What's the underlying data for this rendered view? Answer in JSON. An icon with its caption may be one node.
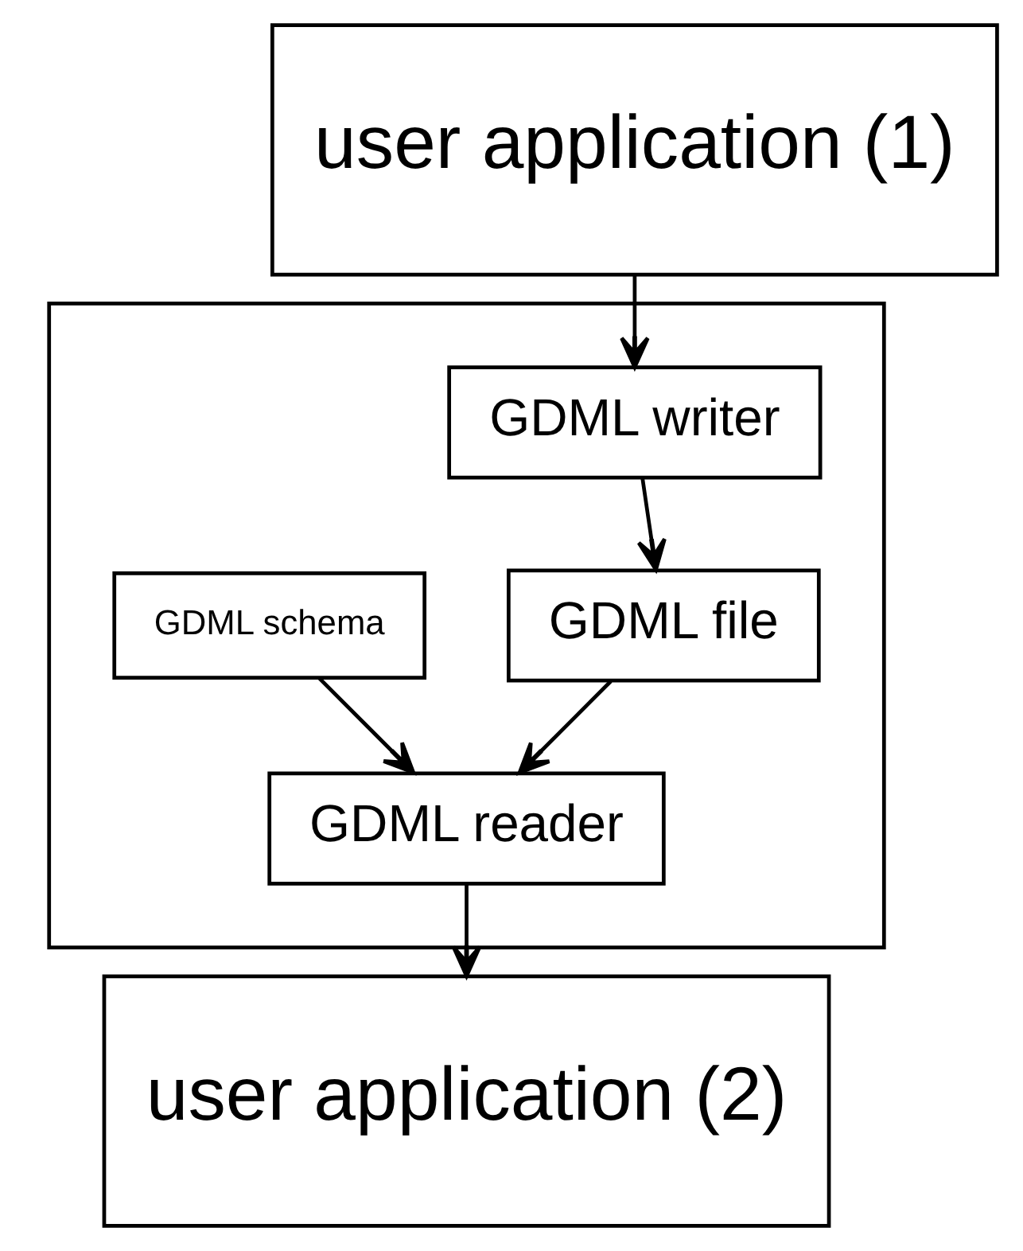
{
  "diagram": {
    "nodes": [
      {
        "text": [
          "user application (1)"
        ]
      },
      {
        "text": [],
        "shape": "box"
      },
      {
        "text": [
          "GDML writer"
        ],
        "in": 1
      },
      {
        "text": [
          "GDML schema"
        ],
        "in": 1
      },
      {
        "text": [
          "GDML file"
        ],
        "in": 1
      },
      {
        "text": [
          "GDML reader"
        ],
        "in": 1
      },
      {
        "text": [
          "user application (2)"
        ]
      }
    ],
    "edges": [
      {
        "from": 0,
        "to": 2,
        "arrow": "to"
      },
      {
        "from": 2,
        "to": 4,
        "arrow": "to"
      },
      {
        "from": 3,
        "to": 5,
        "arrow": "to"
      },
      {
        "from": 4,
        "to": 5,
        "arrow": "to"
      },
      {
        "from": 5,
        "to": 6,
        "arrow": "to"
      }
    ]
  }
}
